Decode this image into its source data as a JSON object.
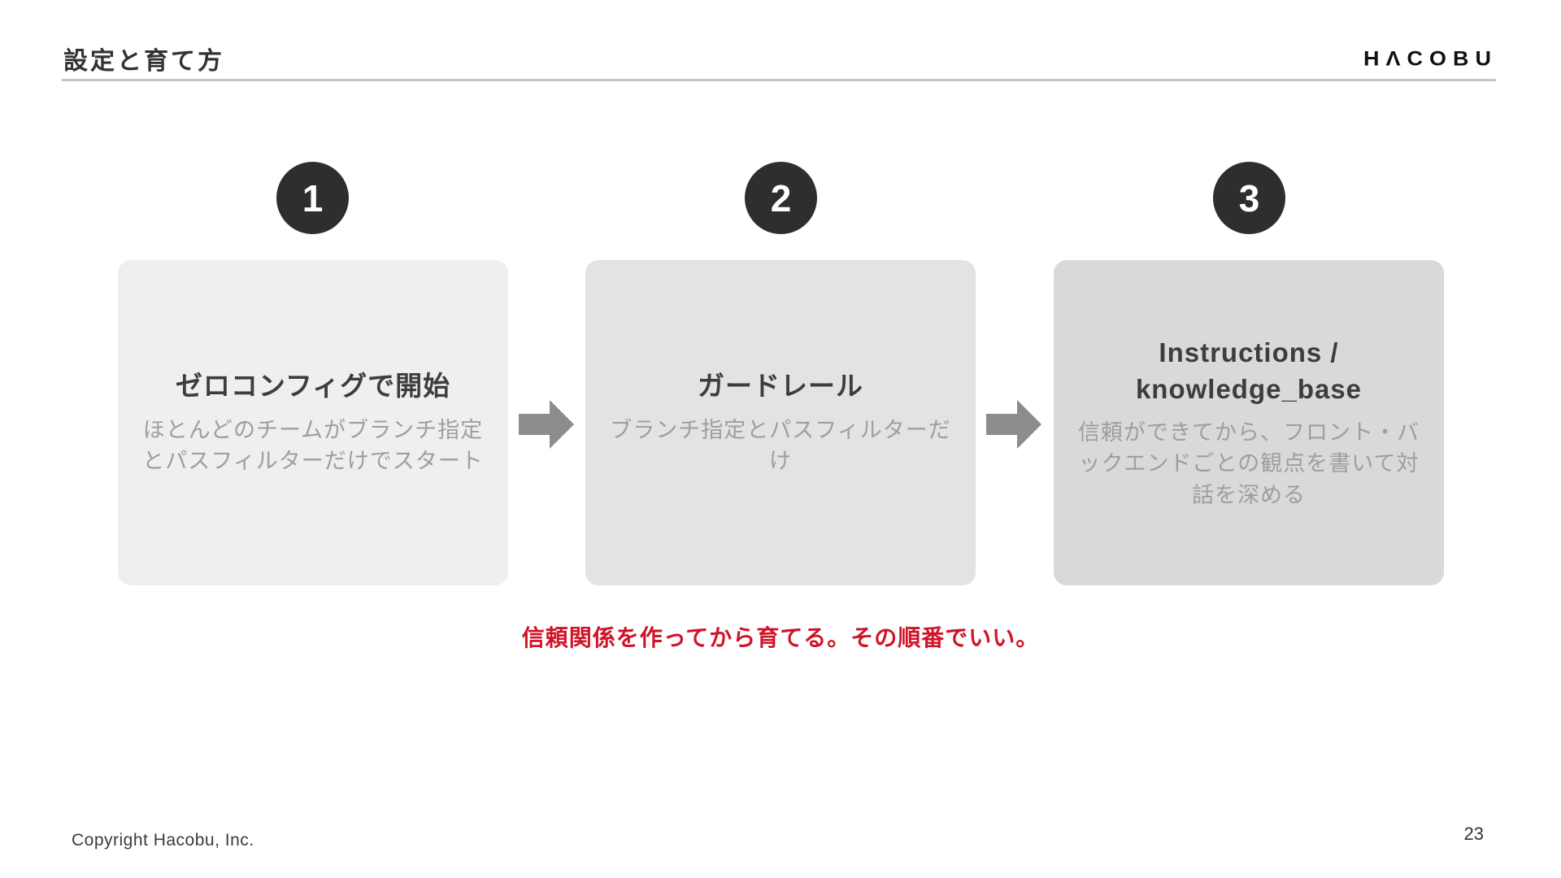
{
  "slide": {
    "title": "設定と育て方",
    "logo_text": "HACOBU",
    "logo_display": "HΛCOBU",
    "note": "信頼関係を作ってから育てる。その順番でいい。",
    "footer": {
      "copyright": "Copyright Hacobu, Inc.",
      "page": "23"
    }
  },
  "steps": [
    {
      "number": "1",
      "title": "ゼロコンフィグで開始",
      "description": "ほとんどのチームがブランチ指定とパスフィルターだけでスタート",
      "bg": "#efefef"
    },
    {
      "number": "2",
      "title": "ガードレール",
      "description": "ブランチ指定とパスフィルターだけ",
      "bg": "#e3e3e3"
    },
    {
      "number": "3",
      "title": "Instructions / knowledge_base",
      "description": "信頼ができてから、フロント・バックエンドごとの観点を書いて対話を深める",
      "bg": "#d9d9d9"
    }
  ],
  "icons": {
    "step_connector": "arrow-right-icon"
  },
  "colors": {
    "accent_red": "#d01428",
    "circle_bg": "#2e2e2e",
    "arrow": "#8c8c8c",
    "card_title": "#3d3d3d",
    "card_desc": "#9e9e9e"
  }
}
